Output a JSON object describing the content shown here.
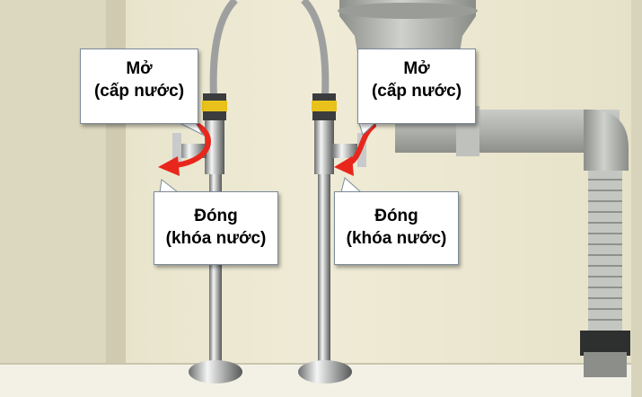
{
  "callouts": {
    "open_left": {
      "title": "Mở",
      "subtitle": "(cấp nước)"
    },
    "open_right": {
      "title": "Mở",
      "subtitle": "(cấp nước)"
    },
    "close_left": {
      "title": "Đóng",
      "subtitle": "(khóa nước)"
    },
    "close_right": {
      "title": "Đóng",
      "subtitle": "(khóa nước)"
    }
  },
  "colors": {
    "arrow": "#e8261c",
    "callout_border": "#7d8a99",
    "cabinet_wall": "#ebe7d0",
    "pipe_gray": "#a9aba8"
  },
  "icons": {
    "turn_arrow": "curved-arrow-icon"
  }
}
